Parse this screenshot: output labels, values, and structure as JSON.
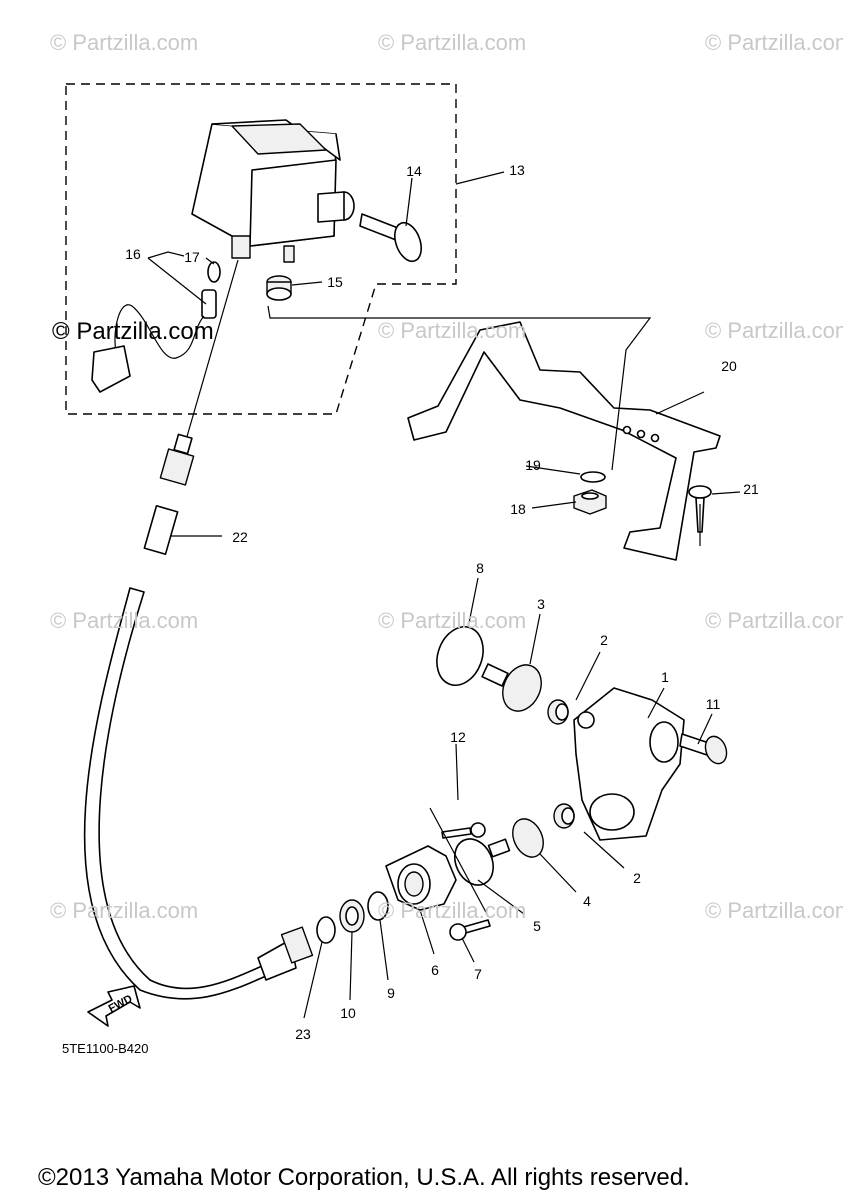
{
  "watermark": "© Partzilla.com",
  "diagram_code": "5TE1100-B420",
  "fwd_label": "FWD",
  "copyright": "©2013 Yamaha Motor Corporation, U.S.A. All rights reserved.",
  "callouts": [
    "1",
    "2",
    "2",
    "3",
    "4",
    "5",
    "6",
    "7",
    "8",
    "9",
    "10",
    "11",
    "12",
    "13",
    "14",
    "15",
    "16",
    "17",
    "18",
    "19",
    "20",
    "21",
    "22",
    "23"
  ]
}
